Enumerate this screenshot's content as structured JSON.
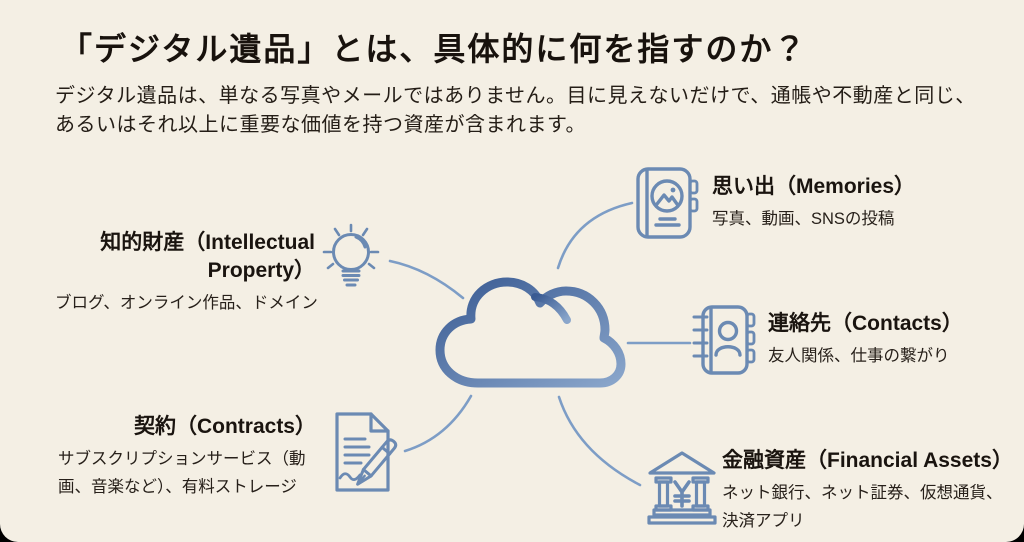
{
  "page": {
    "title": "「デジタル遺品」とは、具体的に何を指すのか？",
    "description": "デジタル遺品は、単なる写真やメールではありません。目に見えないだけで、通帳や不動産と同じ、あるいはそれ以上に重要な価値を持つ資産が含まれます。"
  },
  "center": {
    "icon": "cloud-icon"
  },
  "nodes": [
    {
      "id": "memories",
      "icon": "photo-album-icon",
      "title": "思い出（Memories）",
      "description": "写真、動画、SNSの投稿"
    },
    {
      "id": "intellectual-property",
      "icon": "lightbulb-icon",
      "title": "知的財産（Intellectual Property）",
      "description": "ブログ、オンライン作品、ドメイン"
    },
    {
      "id": "contacts",
      "icon": "address-book-icon",
      "title": "連絡先（Contacts）",
      "description": "友人関係、仕事の繋がり"
    },
    {
      "id": "contracts",
      "icon": "document-signing-icon",
      "title": "契約（Contracts）",
      "description": "サブスクリプションサービス（動画、音楽など）、有料ストレージ"
    },
    {
      "id": "financial-assets",
      "icon": "bank-icon",
      "title": "金融資産（Financial Assets）",
      "description": "ネット銀行、ネット証券、仮想通貨、決済アプリ"
    }
  ],
  "colors": {
    "background": "#f4efe4",
    "heading_text": "#18120d",
    "body_text": "#241d16",
    "icon_stroke": "#6b8ab3",
    "connector_line": "#7d9dc6",
    "cloud_gradient_start": "#3a5b93",
    "cloud_gradient_end": "#8aa6cb"
  }
}
